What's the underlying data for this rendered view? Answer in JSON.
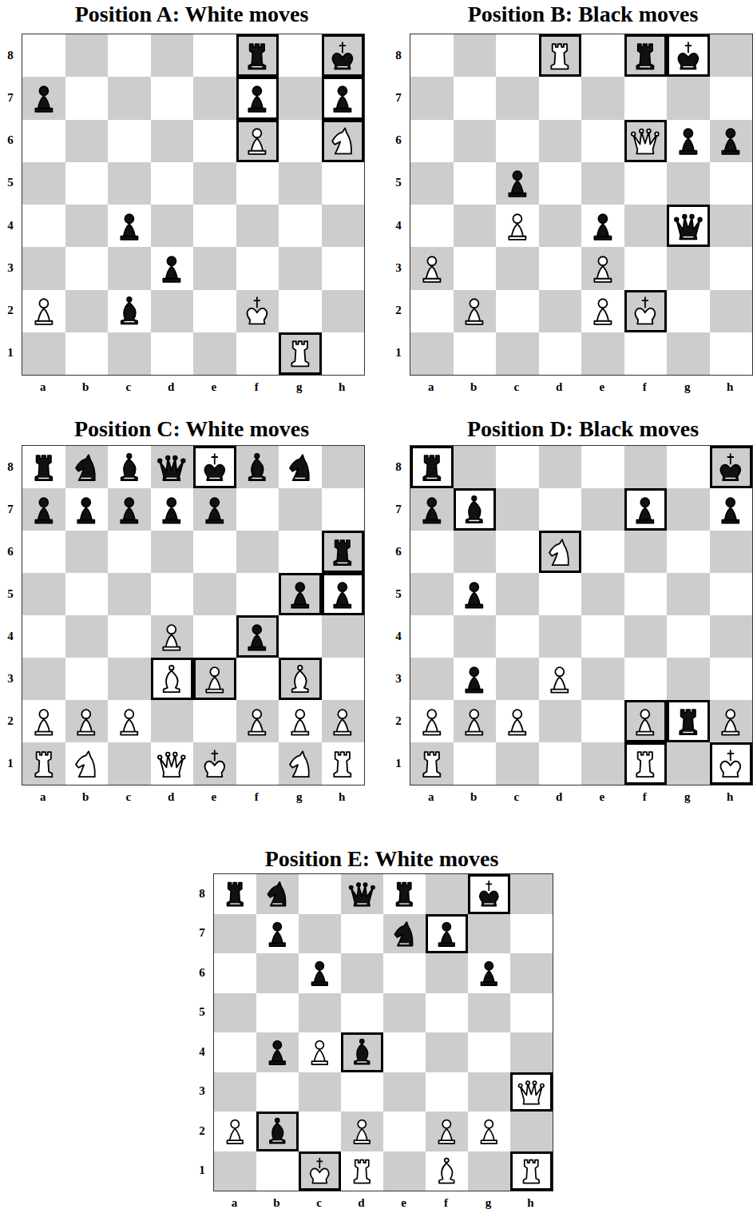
{
  "diagram": {
    "labels": [
      "Position A: White moves",
      "8",
      "7",
      "6",
      "5",
      "4",
      "3",
      "2",
      "1",
      "a",
      "b",
      "c",
      "d",
      "e",
      "f",
      "g",
      "h",
      "Position B: Black moves",
      "8",
      "7",
      "6",
      "5",
      "4",
      "3",
      "2",
      "1",
      "a",
      "b",
      "c",
      "d",
      "e",
      "f",
      "g",
      "h",
      "Position C: White moves",
      "8",
      "7",
      "6",
      "5",
      "4",
      "3",
      "2",
      "1",
      "a",
      "b",
      "c",
      "d",
      "e",
      "f",
      "g",
      "h",
      "Position D: Black moves",
      "8",
      "7",
      "6",
      "5",
      "4",
      "3",
      "2",
      "1",
      "a",
      "b",
      "c",
      "d",
      "e",
      "f",
      "g",
      "h",
      "Position E: White moves",
      "8",
      "7",
      "6",
      "5",
      "4",
      "3",
      "2",
      "1",
      "a",
      "b",
      "c",
      "d",
      "e",
      "f",
      "g",
      "h"
    ]
  }
}
